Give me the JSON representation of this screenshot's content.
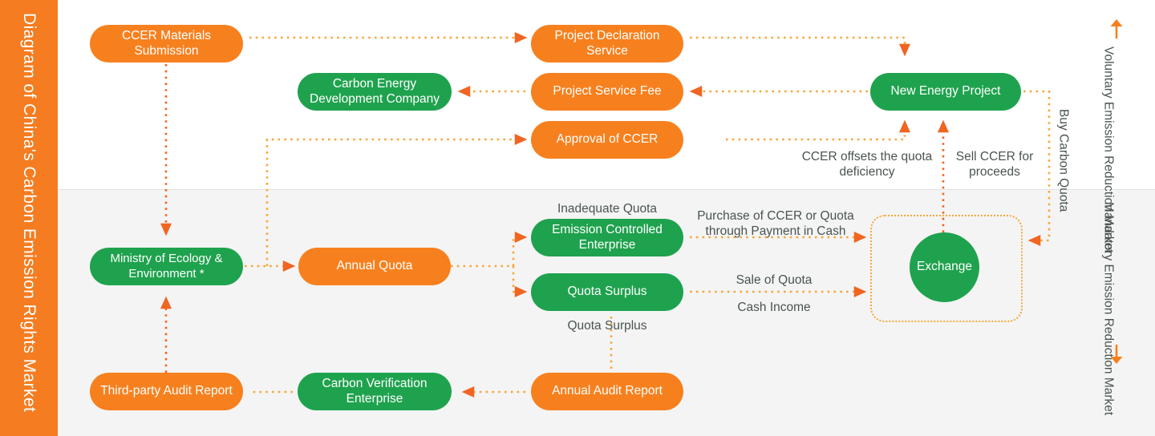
{
  "sidebar": {
    "title": "Diagram of China's Carbon Emission Rights Market"
  },
  "bands": {
    "top_name": "voluntary-emission-reduction-market",
    "bottom_name": "mandatory-emission-reduction-market"
  },
  "side_markers": {
    "voluntary": "Voluntary Emission Reduction Market",
    "mandatory": "Mandatory Emission Reduction Market",
    "up_arrow": "arrow-up-icon",
    "down_arrow": "arrow-down-icon"
  },
  "nodes": [
    {
      "id": "ccer-materials-submission",
      "label": "CCER Materials Submission",
      "color": "orange"
    },
    {
      "id": "project-declaration-service",
      "label": "Project Declaration Service",
      "color": "orange"
    },
    {
      "id": "carbon-energy-development-company",
      "label": "Carbon Energy Development Company",
      "color": "green"
    },
    {
      "id": "project-service-fee",
      "label": "Project Service Fee",
      "color": "orange"
    },
    {
      "id": "approval-of-ccer",
      "label": "Approval of CCER",
      "color": "orange"
    },
    {
      "id": "new-energy-project",
      "label": "New Energy Project",
      "color": "green"
    },
    {
      "id": "ministry-of-ecology-environment",
      "label": "Ministry of Ecology & Environment *",
      "color": "green"
    },
    {
      "id": "annual-quota",
      "label": "Annual Quota",
      "color": "orange"
    },
    {
      "id": "emission-controlled-enterprise",
      "label": "Emission Controlled Enterprise",
      "color": "green"
    },
    {
      "id": "quota-surplus",
      "label": "Quota Surplus",
      "color": "green"
    },
    {
      "id": "exchange",
      "label": "Exchange",
      "color": "green"
    },
    {
      "id": "third-party-audit-report",
      "label": "Third-party Audit Report",
      "color": "orange"
    },
    {
      "id": "carbon-verification-enterprise",
      "label": "Carbon Verification Enterprise",
      "color": "green"
    },
    {
      "id": "annual-audit-report",
      "label": "Annual Audit Report",
      "color": "orange"
    }
  ],
  "edge_labels": {
    "ccer_offsets": "CCER offsets the quota deficiency",
    "sell_ccer": "Sell CCER for proceeds",
    "buy_carbon_quota": "Buy Carbon Quota",
    "inadequate_quota": "Inadequate Quota",
    "quota_surplus_lower": "Quota Surplus",
    "purchase_ccer": "Purchase of CCER or Quota through Payment in Cash",
    "sale_of_quota": "Sale of Quota",
    "cash_income": "Cash Income"
  },
  "colors": {
    "orange": "#F7801E",
    "orange_brand": "#F57C20",
    "green": "#1FA24E",
    "wire_orange": "#F06522",
    "wire_amber": "#F7A73A",
    "text_gray": "#4a5450",
    "band_bottom": "#f4f4f4"
  }
}
